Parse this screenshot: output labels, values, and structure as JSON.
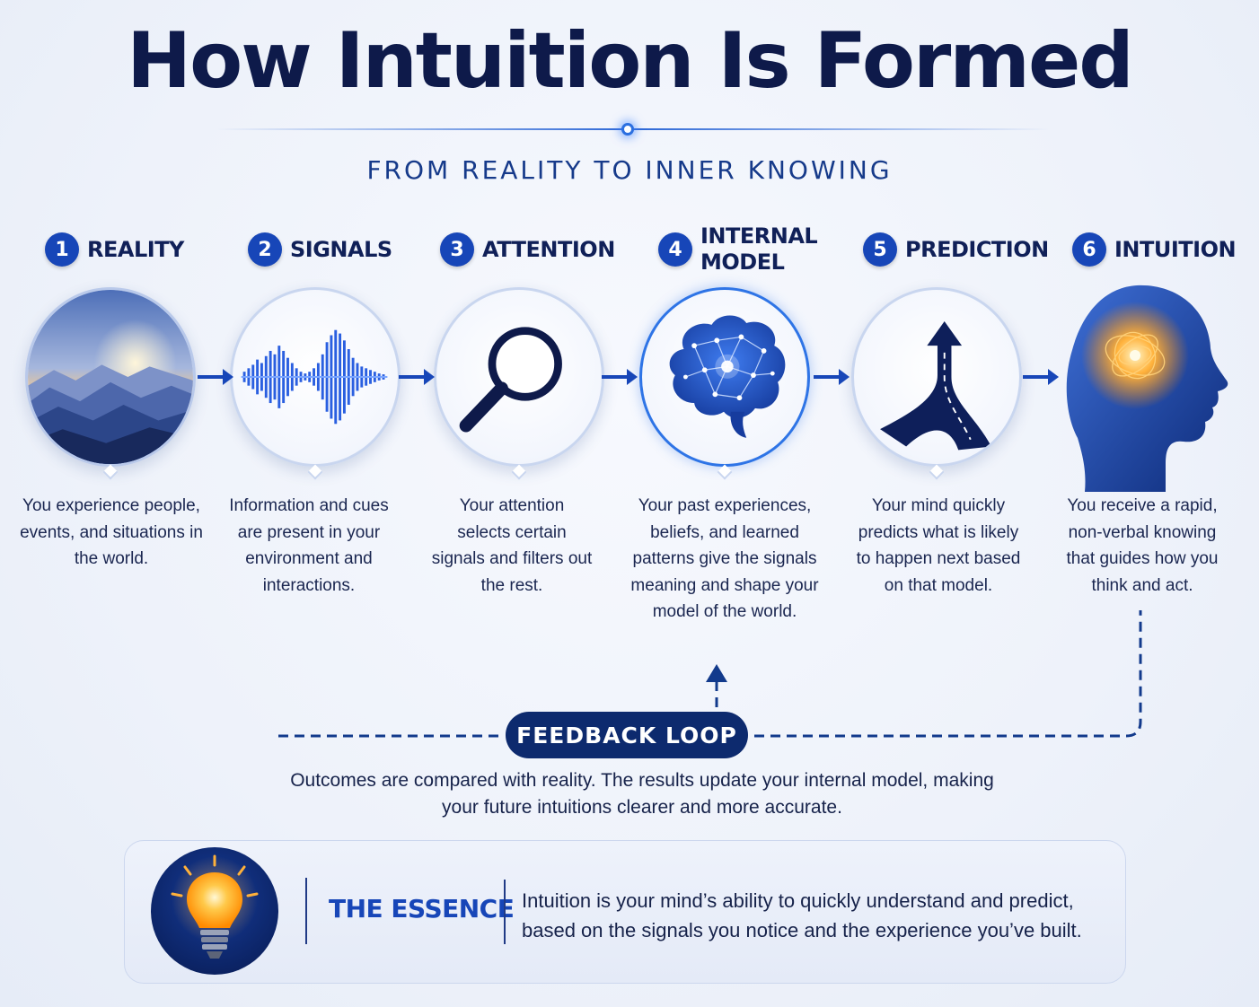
{
  "title": "How Intuition Is Formed",
  "subtitle": "FROM REALITY TO INNER KNOWING",
  "steps": [
    {
      "number": "1",
      "label": "REALITY",
      "icon": "mountain-landscape-icon",
      "description": "You experience people, events, and situations in the world."
    },
    {
      "number": "2",
      "label": "SIGNALS",
      "icon": "sound-wave-icon",
      "description": "Information and cues are present in your environment and interactions."
    },
    {
      "number": "3",
      "label": "ATTENTION",
      "icon": "magnifying-glass-icon",
      "description": "Your attention selects certain signals and filters out the rest."
    },
    {
      "number": "4",
      "label_line1": "INTERNAL",
      "label_line2": "MODEL",
      "icon": "brain-network-icon",
      "description": "Your past experiences, beliefs, and learned patterns give the signals meaning and shape your model of the world."
    },
    {
      "number": "5",
      "label": "PREDICTION",
      "icon": "road-arrow-icon",
      "description": "Your mind quickly predicts what is likely to happen next based on that model."
    },
    {
      "number": "6",
      "label": "INTUITION",
      "icon": "glowing-head-icon",
      "description": "You receive a rapid, non-verbal knowing that guides how you think and act."
    }
  ],
  "feedback": {
    "label": "FEEDBACK LOOP",
    "text": "Outcomes are compared with reality. The results update your internal model, making your future intuitions clearer and more accurate."
  },
  "essence": {
    "label": "THE ESSENCE",
    "icon": "light-bulb-icon",
    "text": "Intuition is your mind’s ability to quickly understand and predict, based on the signals you notice and the experience you’ve built."
  },
  "colors": {
    "primary_dark": "#0d2a6e",
    "primary": "#1746b8",
    "accent_glow": "#ff9a1a",
    "background": "#eef2fa"
  }
}
